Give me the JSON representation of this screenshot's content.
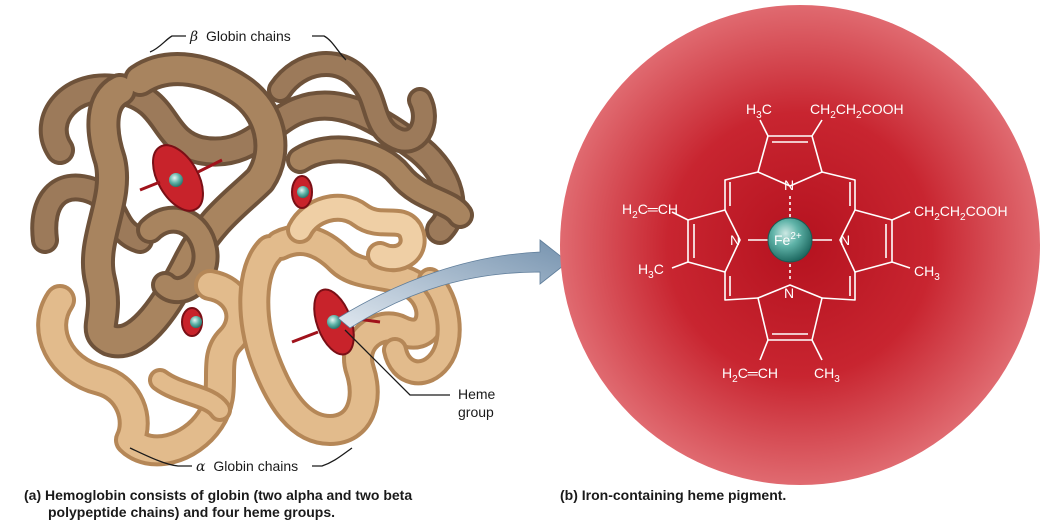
{
  "panel_a": {
    "beta_label_symbol": "β",
    "beta_label_text": "Globin chains",
    "alpha_label_symbol": "α",
    "alpha_label_text": "Globin chains",
    "heme_label_line1": "Heme",
    "heme_label_line2": "group",
    "caption_line1": "(a) Hemoglobin consists of globin (two alpha and two beta",
    "caption_line2": "polypeptide chains) and four heme groups."
  },
  "panel_b": {
    "caption": "(b) Iron-containing heme pigment.",
    "iron": {
      "symbol": "Fe",
      "charge": "2+"
    },
    "nitrogen": "N",
    "substituents": {
      "top_left": {
        "base": "H",
        "sub": "3",
        "tail": "C"
      },
      "top_right": {
        "p1": "CH",
        "s1": "2",
        "p2": "CH",
        "s2": "2",
        "p3": "COOH"
      },
      "left_upper": {
        "p1": "H",
        "s1": "2",
        "p2": "C═CH"
      },
      "left_lower": {
        "base": "H",
        "sub": "3",
        "tail": "C"
      },
      "right_upper": {
        "p1": "CH",
        "s1": "2",
        "p2": "CH",
        "s2": "2",
        "p3": "COOH"
      },
      "right_lower": {
        "base": "CH",
        "sub": "3"
      },
      "bottom_left": {
        "p1": "H",
        "s1": "2",
        "p2": "C═CH"
      },
      "bottom_right": {
        "base": "CH",
        "sub": "3"
      }
    }
  },
  "colors": {
    "beta_chain": "#9c7a5a",
    "alpha_chain": "#e2bb8c",
    "heme_disc": "#c8232b",
    "iron_ball": "#4fa69c",
    "pigment_background": "#d43a45",
    "arrow": "#8aa4bc"
  }
}
